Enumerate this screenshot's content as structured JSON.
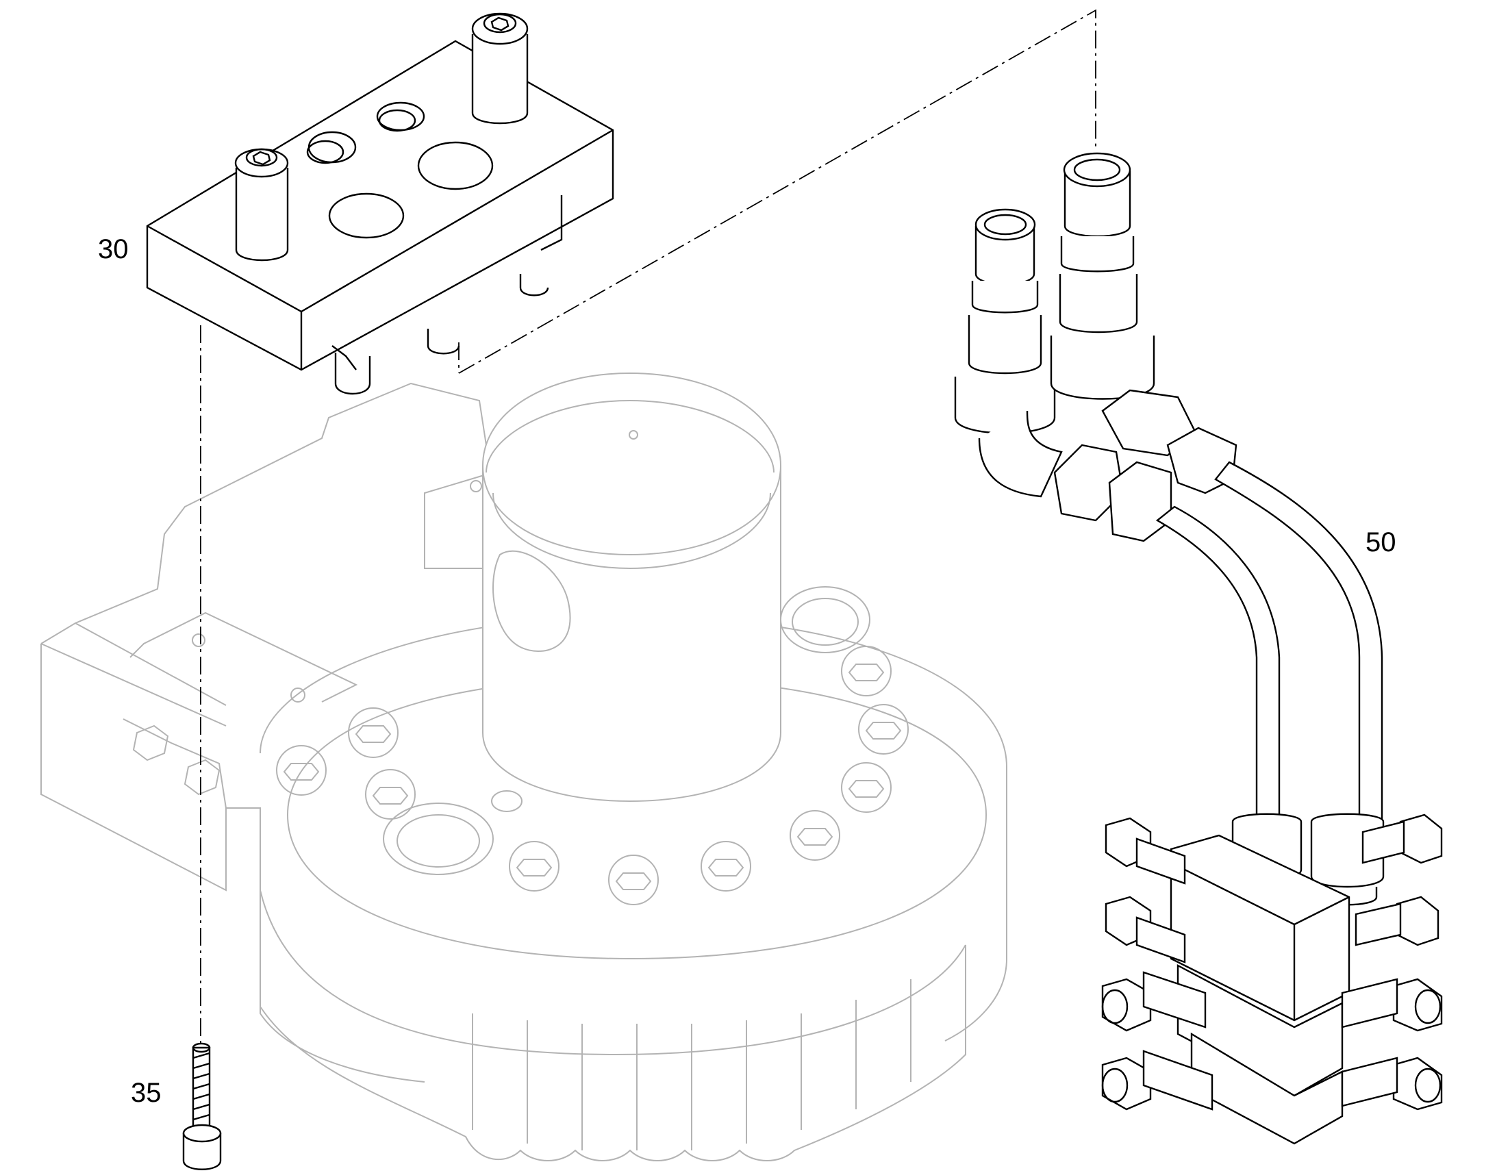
{
  "callouts": {
    "item_30": "30",
    "item_35": "35",
    "item_50": "50"
  },
  "colors": {
    "foreground_part_lines": "#000000",
    "background_assembly_lines": "#b3b3b3",
    "background": "#ffffff"
  }
}
